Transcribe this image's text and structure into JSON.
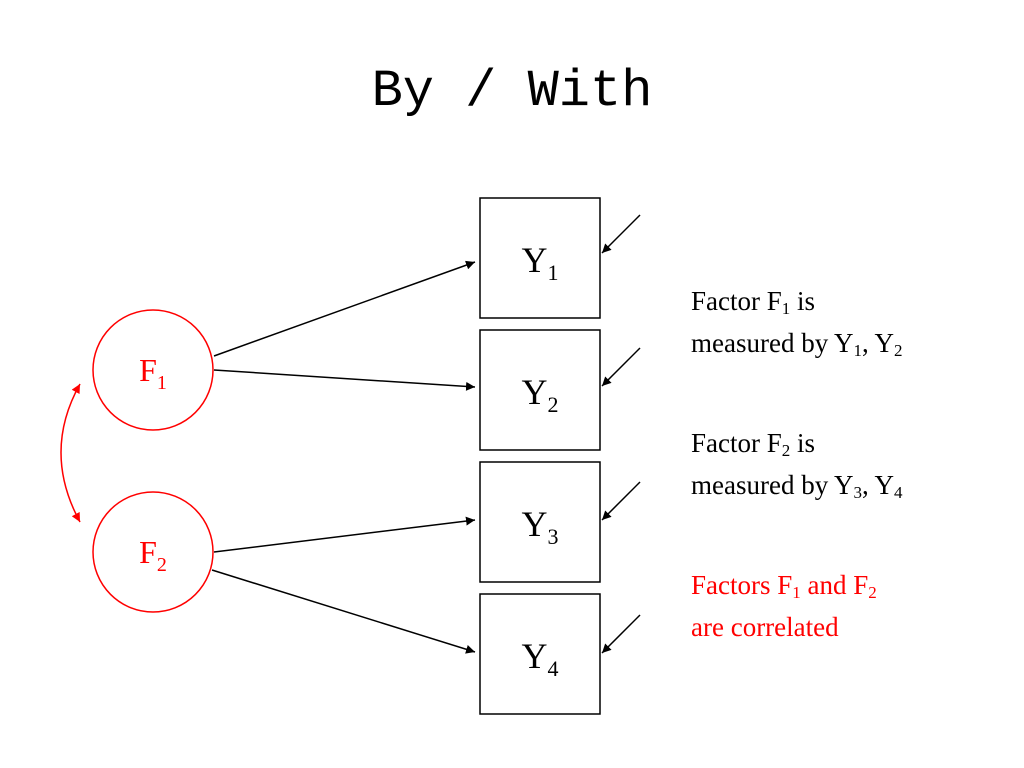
{
  "slide": {
    "title": "By / With"
  },
  "factors": [
    {
      "id": "F1",
      "base": "F",
      "sub": "1",
      "color": "#ff0000"
    },
    {
      "id": "F2",
      "base": "F",
      "sub": "2",
      "color": "#ff0000"
    }
  ],
  "indicators": [
    {
      "id": "Y1",
      "base": "Y",
      "sub": "1",
      "factor": "F1"
    },
    {
      "id": "Y2",
      "base": "Y",
      "sub": "2",
      "factor": "F1"
    },
    {
      "id": "Y3",
      "base": "Y",
      "sub": "3",
      "factor": "F2"
    },
    {
      "id": "Y4",
      "base": "Y",
      "sub": "4",
      "factor": "F2"
    }
  ],
  "correlation": {
    "from": "F1",
    "to": "F2",
    "color": "#ff0000"
  },
  "descriptions": {
    "f1": {
      "line1": {
        "a": "Factor F",
        "s1": "1",
        "b": " is"
      },
      "line2": {
        "a": "measured by Y",
        "s1": "1",
        "b": ", Y",
        "s2": "2"
      }
    },
    "f2": {
      "line1": {
        "a": "Factor F",
        "s1": "2",
        "b": " is"
      },
      "line2": {
        "a": "measured by Y",
        "s1": "3",
        "b": ", Y",
        "s2": "4"
      }
    },
    "corr": {
      "line1": {
        "a": "Factors F",
        "s1": "1",
        "b": " and F",
        "s2": "2"
      },
      "line2": {
        "a": "are correlated"
      }
    }
  },
  "colors": {
    "factor": "#ff0000",
    "path": "#000000",
    "correlation_text": "#ff0000"
  }
}
